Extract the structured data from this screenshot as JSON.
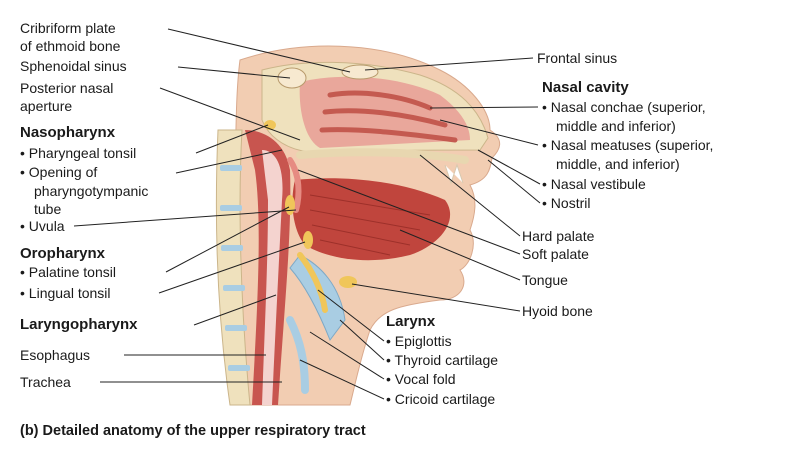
{
  "labels_left": [
    "Cribriform plate",
    "of ethmoid bone",
    "Sphenoidal sinus",
    "Posterior nasal",
    "aperture",
    "• Pharyngeal tonsil",
    "• Opening of",
    "pharyngotympanic",
    "tube",
    "• Uvula",
    "• Palatine tonsil",
    "• Lingual tonsil",
    "Esophagus",
    "Trachea"
  ],
  "labels_right": [
    "Frontal sinus",
    "• Nasal conchae (superior,",
    "middle and inferior)",
    "• Nasal meatuses (superior,",
    "middle, and inferior)",
    "• Nasal vestibule",
    "• Nostril",
    "Hard palate",
    "Soft palate",
    "Tongue",
    "Hyoid bone",
    "• Epiglottis",
    "• Thyroid cartilage",
    "• Vocal fold",
    "• Cricoid cartilage"
  ],
  "headings": {
    "nasal_cavity": "Nasal cavity",
    "nasopharynx": "Nasopharynx",
    "oropharynx": "Oropharynx",
    "laryngopharynx": "Laryngopharynx",
    "larynx": "Larynx"
  },
  "caption": "(b) Detailed anatomy of the upper respiratory tract",
  "colors": {
    "skin": "#f2cdb2",
    "bone": "#efe1bd",
    "muscle": "#c8554f",
    "tongue": "#c0453d",
    "airway": "#f4d3cf",
    "cartilage": "#a9cde3",
    "tonsil": "#f0c65a",
    "leader": "#222222"
  }
}
